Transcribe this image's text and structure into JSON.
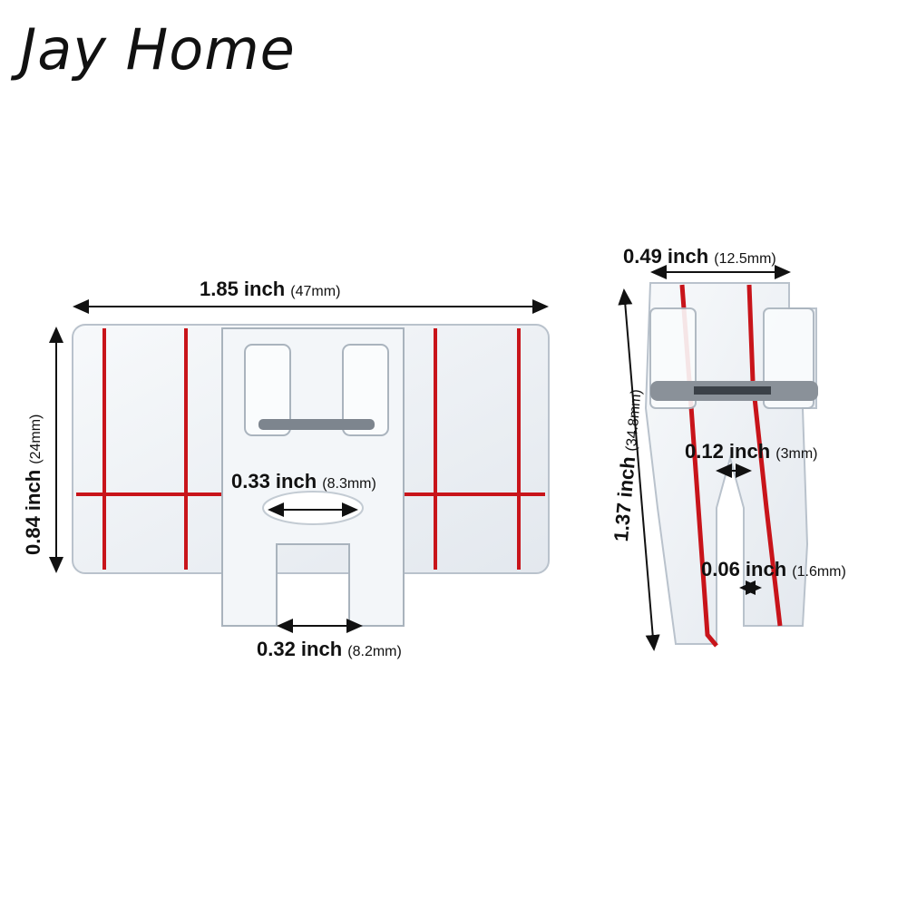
{
  "brand": {
    "name": "Jay Home"
  },
  "colors": {
    "guide_red": "#c8141a",
    "plastic": "#eef2f6",
    "outline": "#b9c2cc"
  },
  "left_foot": {
    "width": {
      "inch": "1.85 inch",
      "mm": "(47mm)"
    },
    "height": {
      "inch": "0.84 inch",
      "mm": "(24mm)"
    },
    "inner_gap": {
      "inch": "0.33 inch",
      "mm": "(8.3mm)"
    },
    "toe_gap": {
      "inch": "0.32 inch",
      "mm": "(8.2mm)"
    }
  },
  "right_foot": {
    "width": {
      "inch": "0.49 inch",
      "mm": "(12.5mm)"
    },
    "length": {
      "inch": "1.37 inch",
      "mm": "(34.8mm)"
    },
    "slot": {
      "inch": "0.12 inch",
      "mm": "(3mm)"
    },
    "groove": {
      "inch": "0.06 inch",
      "mm": "(1.6mm)"
    }
  }
}
